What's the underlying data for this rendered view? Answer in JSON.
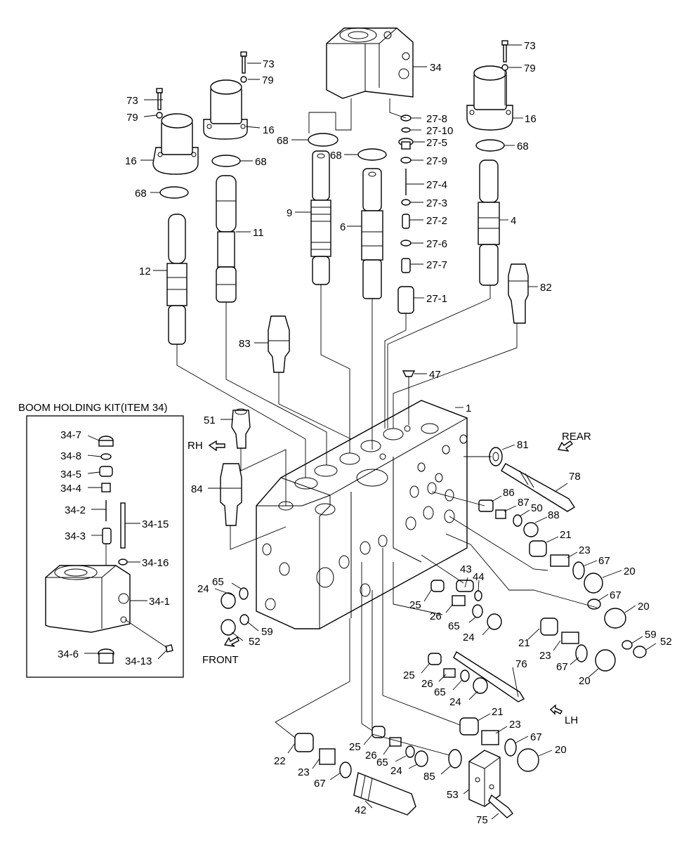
{
  "kit_title": "BOOM HOLDING KIT(ITEM 34)",
  "directions": {
    "rh": "RH",
    "rear": "REAR",
    "front": "FRONT",
    "lh": "LH"
  },
  "labels": [
    "73",
    "79",
    "16",
    "34",
    "73",
    "79",
    "16",
    "73",
    "79",
    "16",
    "68",
    "68",
    "68",
    "68",
    "68",
    "27-8",
    "27-10",
    "27-5",
    "27-9",
    "27-4",
    "27-3",
    "27-2",
    "27-6",
    "27-7",
    "27-1",
    "9",
    "6",
    "4",
    "11",
    "12",
    "82",
    "83",
    "47",
    "1",
    "51",
    "81",
    "78",
    "84",
    "86",
    "87",
    "50",
    "88",
    "21",
    "23",
    "67",
    "20",
    "43",
    "44",
    "24",
    "65",
    "25",
    "26",
    "65",
    "24",
    "67",
    "20",
    "59",
    "52",
    "52",
    "59",
    "21",
    "23",
    "67",
    "20",
    "25",
    "26",
    "65",
    "24",
    "76",
    "21",
    "23",
    "67",
    "20",
    "22",
    "23",
    "67",
    "25",
    "26",
    "65",
    "24",
    "85",
    "53",
    "42",
    "75",
    "34-7",
    "34-8",
    "34-5",
    "34-4",
    "34-2",
    "34-15",
    "34-3",
    "34-16",
    "34-1",
    "34-6",
    "34-13"
  ]
}
